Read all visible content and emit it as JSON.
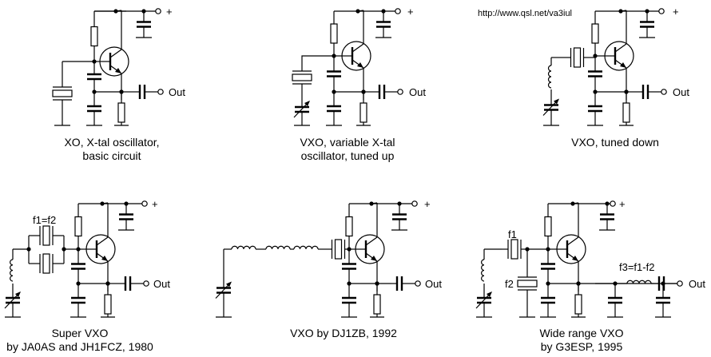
{
  "header": {
    "url": "http://www.qsl.net/va3iul"
  },
  "labels": {
    "plus": "+",
    "out": "Out"
  },
  "circuits": [
    {
      "id": "xo",
      "caption_line1": "XO, X-tal oscillator,",
      "caption_line2": "basic circuit"
    },
    {
      "id": "vxo-up",
      "caption_line1": "VXO, variable X-tal",
      "caption_line2": "oscillator, tuned up"
    },
    {
      "id": "vxo-down",
      "caption_line1": "VXO, tuned down",
      "caption_line2": ""
    },
    {
      "id": "super-vxo",
      "caption_line1": "Super VXO",
      "caption_line2": "by JA0AS and JH1FCZ, 1980",
      "extra_label": "f1=f2"
    },
    {
      "id": "vxo-dj1zb",
      "caption_line1": "VXO by DJ1ZB, 1992",
      "caption_line2": ""
    },
    {
      "id": "wide-vxo",
      "caption_line1": "Wide range VXO",
      "caption_line2": "by G3ESP, 1995",
      "crystal_labels": [
        "f1",
        "f2"
      ],
      "filter_label": "f3=f1-f2"
    }
  ]
}
